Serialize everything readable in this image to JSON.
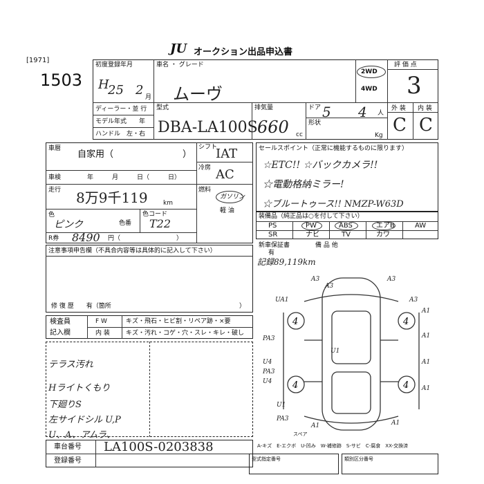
{
  "header": {
    "logo": "JU",
    "title": "オークション出品申込書",
    "code": "[1971]",
    "lot_number": "1503"
  },
  "top": {
    "first_reg_label": "初度登録年月",
    "first_reg_era": "H",
    "first_reg_year": "25",
    "first_reg_month": "2",
    "first_reg_month_suffix": "月",
    "car_name_label": "車名 ・ グレード",
    "car_name": "ムーヴ",
    "drive_2wd": "2WD",
    "drive_4wd": "4WD",
    "grade_label": "評 価 点",
    "grade": "3",
    "dealer_label": "ディーラー・並 行",
    "model_year_label": "モデル年式　　年",
    "handle_label": "ハンドル　左・右",
    "type_label": "型式",
    "type_value": "DBA-LA100S",
    "displacement_label": "排気量",
    "displacement_value": "660",
    "displacement_unit": "cc",
    "doors_label": "ドア",
    "doors_value": "5",
    "seats_value": "4",
    "seats_unit": "人",
    "shape_label": "形状",
    "weight_unit": "Kg",
    "exterior_label": "外 装",
    "interior_label": "内 装",
    "exterior_grade": "C",
    "interior_grade": "C"
  },
  "reg": {
    "history_label": "車暦",
    "history_value": "自家用（",
    "history_close": "）",
    "inspection_label": "車検",
    "inspection_text": "年　　　月　　　日（　　　日）",
    "mileage_label": "走行",
    "mileage_value": "8万9千119",
    "mileage_unit": "km",
    "color_label": "色",
    "color_value": "ピンク",
    "color_no_label": "色番",
    "color_code_label": "色コード",
    "color_code_value": "T22",
    "recycle_label": "R券",
    "recycle_value": "8490",
    "recycle_text": "円（　　　　　　　　　）",
    "shift_label": "シフト",
    "shift_value": "IAT",
    "ac_label": "冷房",
    "ac_value": "AC",
    "fuel_label": "燃料",
    "fuel_value": "ガソリン",
    "diesel_label": "軽 油"
  },
  "sales": {
    "label": "セールスポイント（正常に機能するものに限ります）",
    "lines": [
      "☆ETC!! ☆バックカメラ!!",
      "☆電動格納ミラー!",
      "☆ブルートゥース!! NMZP-W63D"
    ]
  },
  "equipment": {
    "label": "装備品（純正品は○を付して下さい）",
    "items": [
      "PS",
      "PW",
      "ABS",
      "エアB",
      "AW",
      "SR",
      "ナビ",
      "TV",
      "カワ"
    ]
  },
  "warranty": {
    "label": "新車保証書",
    "value": "有",
    "note_label": "備 品 他",
    "mileage_note": "記録89,119km"
  },
  "notes": {
    "label": "注意事項申告欄（不具合内容等は具体的に記入して下さい）",
    "repair_label": "修 復 歴　　有（箇所",
    "repair_close": "）"
  },
  "inspector": {
    "label": "検査員",
    "record_label": "記入欄",
    "fw_label": "F W",
    "interior_label": "内 装",
    "fw_row": "キズ・飛石・ヒビ割・リペア跡・×要",
    "int_row": "キズ・汚れ・コゲ・穴・スレ・キレ・破し"
  },
  "inspector_notes": [
    "テラス汚れ",
    "Hライトくもり",
    "下廻りS",
    "左サイドシル U,P",
    "U、A、アムラ、"
  ],
  "diagram": {
    "labels": [
      "A3",
      "A3",
      "A3",
      "UA1",
      "A3",
      "PA3",
      "U1",
      "A1",
      "A1",
      "U4",
      "PA3",
      "U4",
      "A1",
      "U1",
      "PA3",
      "A1",
      "A1",
      "A1"
    ],
    "wheel_marks": [
      "4",
      "4",
      "4",
      "4"
    ],
    "spare_label": "スペア",
    "legend": "A-キズ　E-エクボ　U-凹み　W-補修跡　S-サビ　C-腐食　XX-交換済"
  },
  "bottom": {
    "chassis_label": "車台番号",
    "chassis_value": "LA100S-0203838",
    "reg_number_label": "登録番号",
    "box1_label": "型式指定番号",
    "box2_label": "類別区分番号"
  }
}
